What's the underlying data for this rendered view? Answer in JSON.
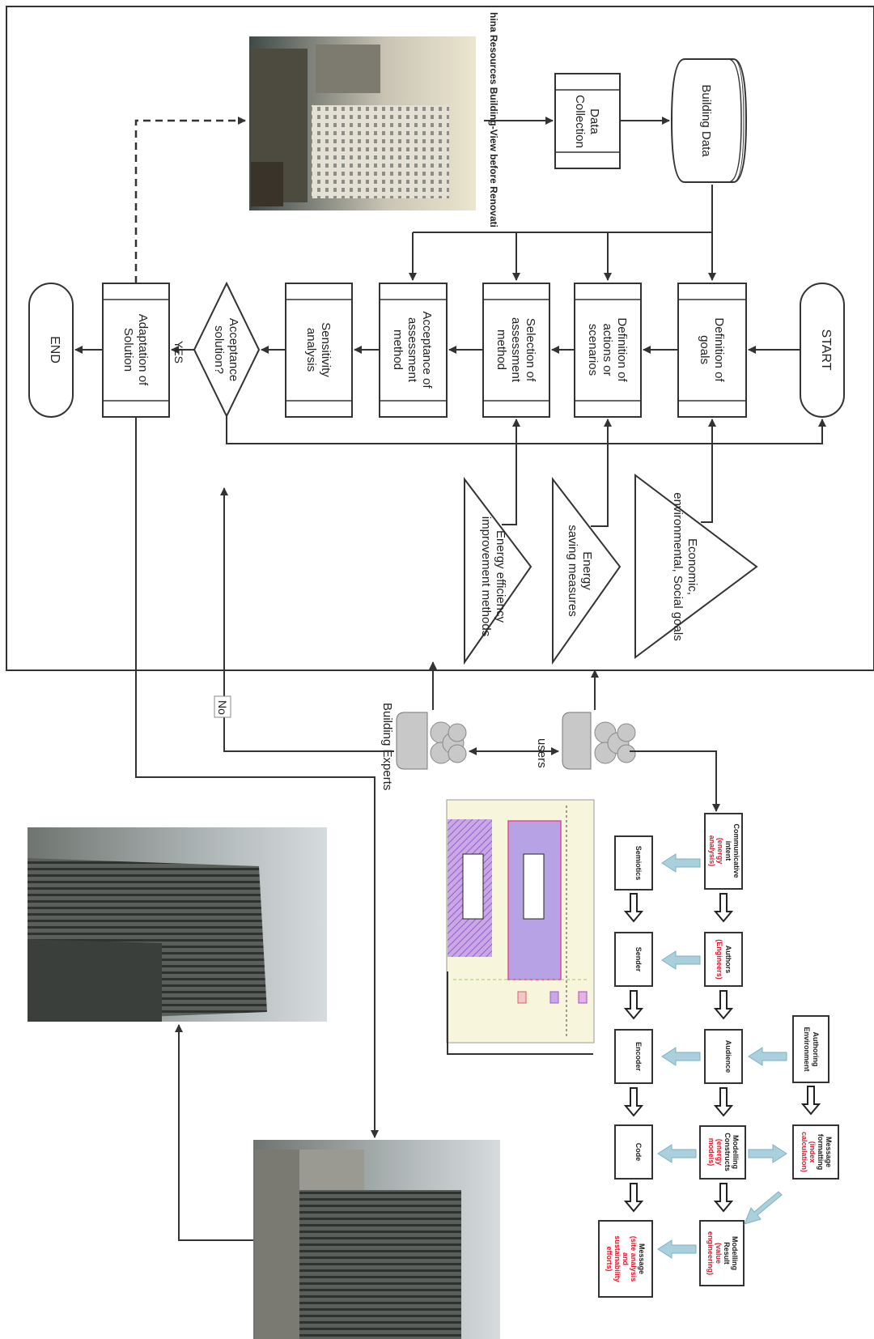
{
  "flow": {
    "start": "START",
    "goals": [
      "Definition of",
      "goals"
    ],
    "actions": [
      "Definition of",
      "actions or",
      "scenarios"
    ],
    "selection": [
      "Selection of",
      "assessment",
      "method"
    ],
    "acceptance_method": [
      "Acceptance of",
      "assessment",
      "method"
    ],
    "sensitivity": [
      "Sensitivity",
      "analysis"
    ],
    "decision": [
      "Acceptance",
      "solution?"
    ],
    "adaptation": [
      "Adaptation of",
      "Solution"
    ],
    "end": "END",
    "yes": "YES",
    "no": "No",
    "building_data": "Building Data",
    "data_collection": [
      "Data",
      "Collection"
    ],
    "photo_caption": "hina Resources Building-View before Renovati"
  },
  "triangles": {
    "econ": [
      "Economic,",
      "environmental, Social goals"
    ],
    "energy_saving": [
      "Energy",
      "saving measures"
    ],
    "energy_efficiency": [
      "Energy efficiency",
      "improvement methods"
    ]
  },
  "actors": {
    "users": "users",
    "experts": "Building Experts"
  },
  "comm": {
    "intent": [
      "Communicative",
      "intent",
      "(energy",
      "analysis)"
    ],
    "authors": [
      "Authors",
      "(Engineers)"
    ],
    "audience": "Audience",
    "modelling_constructs": [
      "Modelling",
      "Constructs",
      "(energy",
      "models)"
    ],
    "modelling_result": [
      "Modelling",
      "Result",
      "(value",
      "engineering)"
    ],
    "authoring_env": [
      "Authoring",
      "Environment"
    ],
    "message_formatting": [
      "Message",
      "formatting",
      "(index",
      "calculation)"
    ],
    "semiotics": "Semiotics",
    "sender": "Sender",
    "encoder": "Encoder",
    "code": "Code",
    "message": [
      "Message",
      "(site analysis",
      "and",
      "sustainability",
      "efforts)"
    ]
  },
  "colors": {
    "accent_red": "#e0182d",
    "arrow_blue": "#a9d0dc",
    "line": "#333333"
  }
}
